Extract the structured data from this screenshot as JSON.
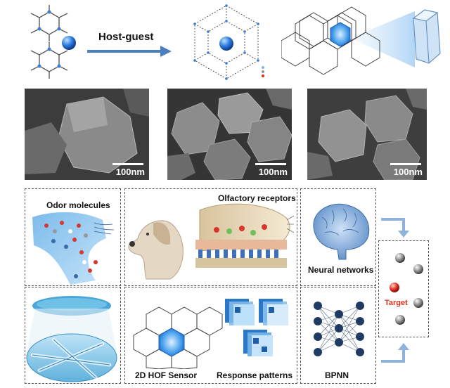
{
  "top": {
    "arrow_label": "Host-guest"
  },
  "sem": {
    "scale_labels": [
      "100nm",
      "100nm",
      "100nm"
    ]
  },
  "panels": {
    "odor_label": "Odor molecules",
    "olfactory_label": "Olfactory receptors",
    "neural_label": "Neural networks",
    "sensor_label": "2D HOF Sensor",
    "response_label": "Response patterns",
    "bpnn_label": "BPNN",
    "target_label": "Target"
  },
  "colors": {
    "accent_blue": "#2f6fb8",
    "arrow_blue": "#4a7fc0",
    "target_red": "#e0301e",
    "sem_gray": "#3a3a3a"
  }
}
